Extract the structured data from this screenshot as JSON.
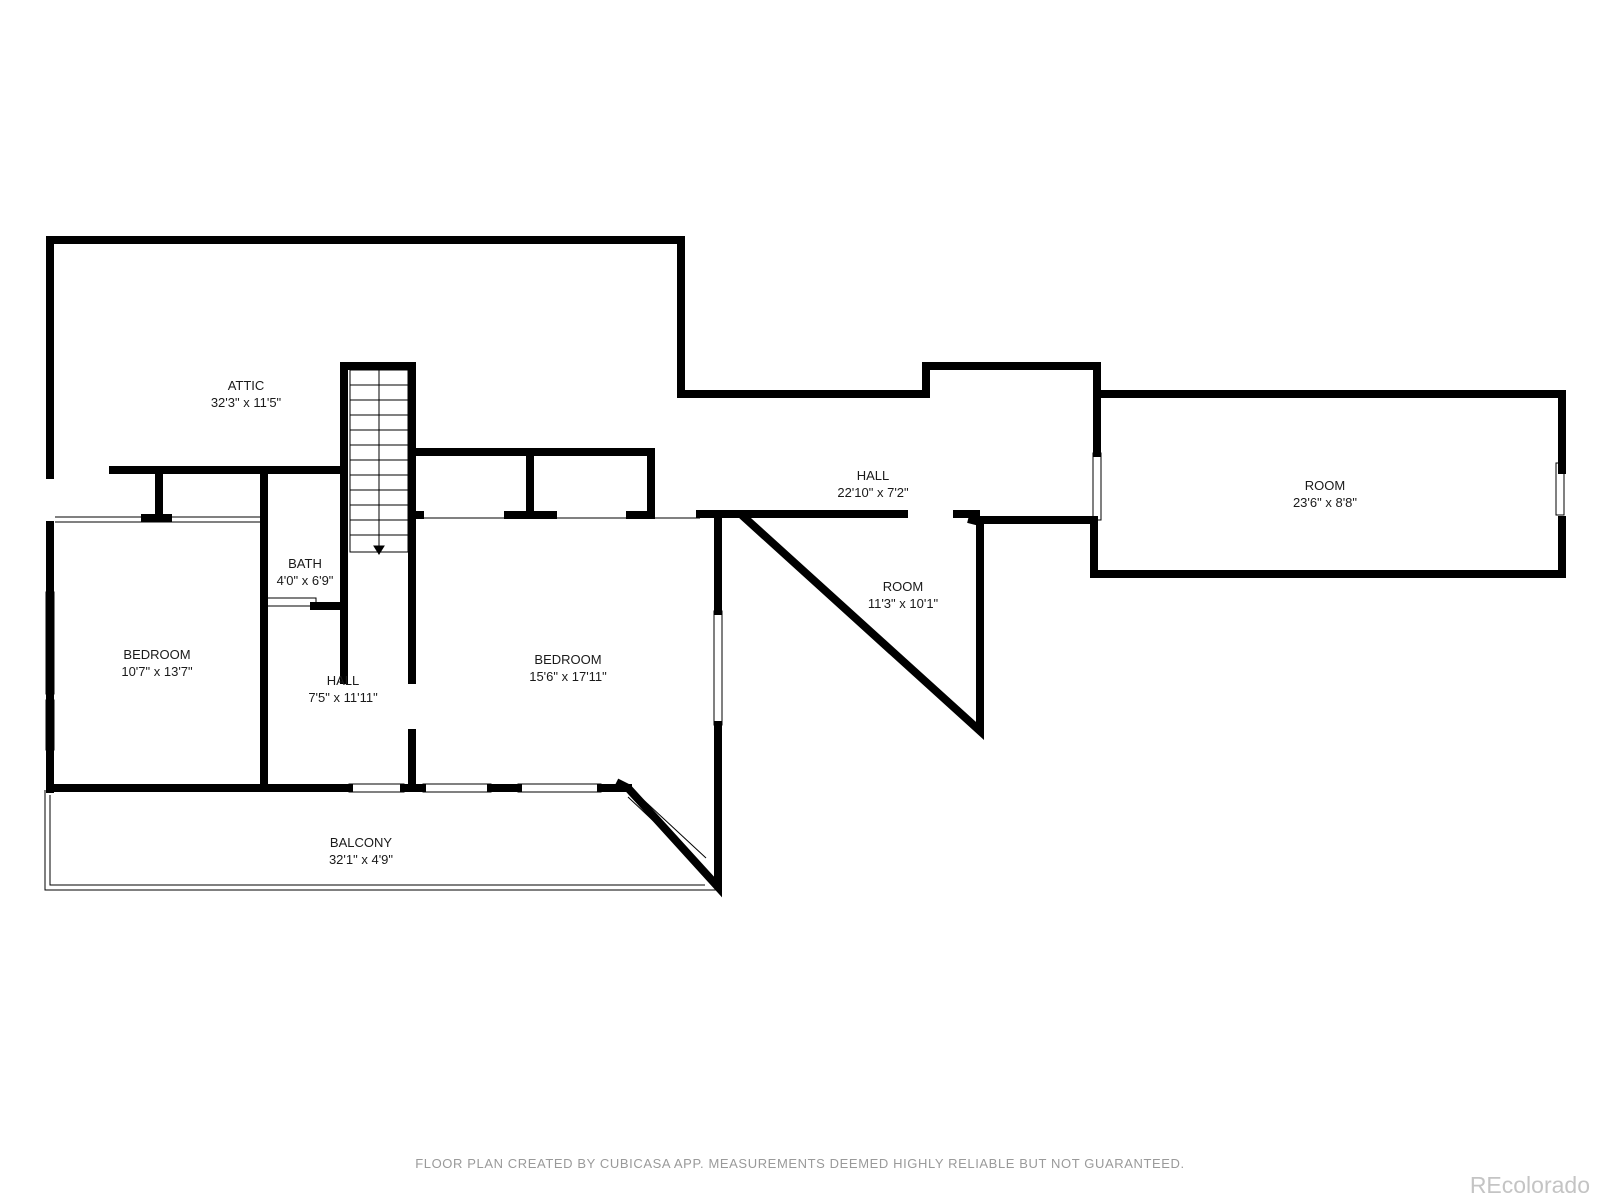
{
  "rooms": {
    "attic": {
      "name": "ATTIC",
      "dims": "32'3\" x 11'5\""
    },
    "hall_upper": {
      "name": "HALL",
      "dims": "22'10\" x 7'2\""
    },
    "room_east": {
      "name": "ROOM",
      "dims": "23'6\" x 8'8\""
    },
    "bath": {
      "name": "BATH",
      "dims": "4'0\" x 6'9\""
    },
    "bedroom_west": {
      "name": "BEDROOM",
      "dims": "10'7\" x 13'7\""
    },
    "hall_lower": {
      "name": "HALL",
      "dims": "7'5\" x 11'11\""
    },
    "bedroom_main": {
      "name": "BEDROOM",
      "dims": "15'6\" x 17'11\""
    },
    "room_triangle": {
      "name": "ROOM",
      "dims": "11'3\" x 10'1\""
    },
    "balcony": {
      "name": "BALCONY",
      "dims": "32'1\" x 4'9\""
    }
  },
  "footer": {
    "disclaimer": "FLOOR PLAN CREATED BY CUBICASA APP. MEASUREMENTS DEEMED HIGHLY RELIABLE BUT NOT GUARANTEED."
  },
  "watermark": "REcolorado",
  "colors": {
    "wall": "#000000",
    "background": "#ffffff",
    "disclaimer": "#9a9a9a",
    "watermark": "#c4c4c4"
  }
}
